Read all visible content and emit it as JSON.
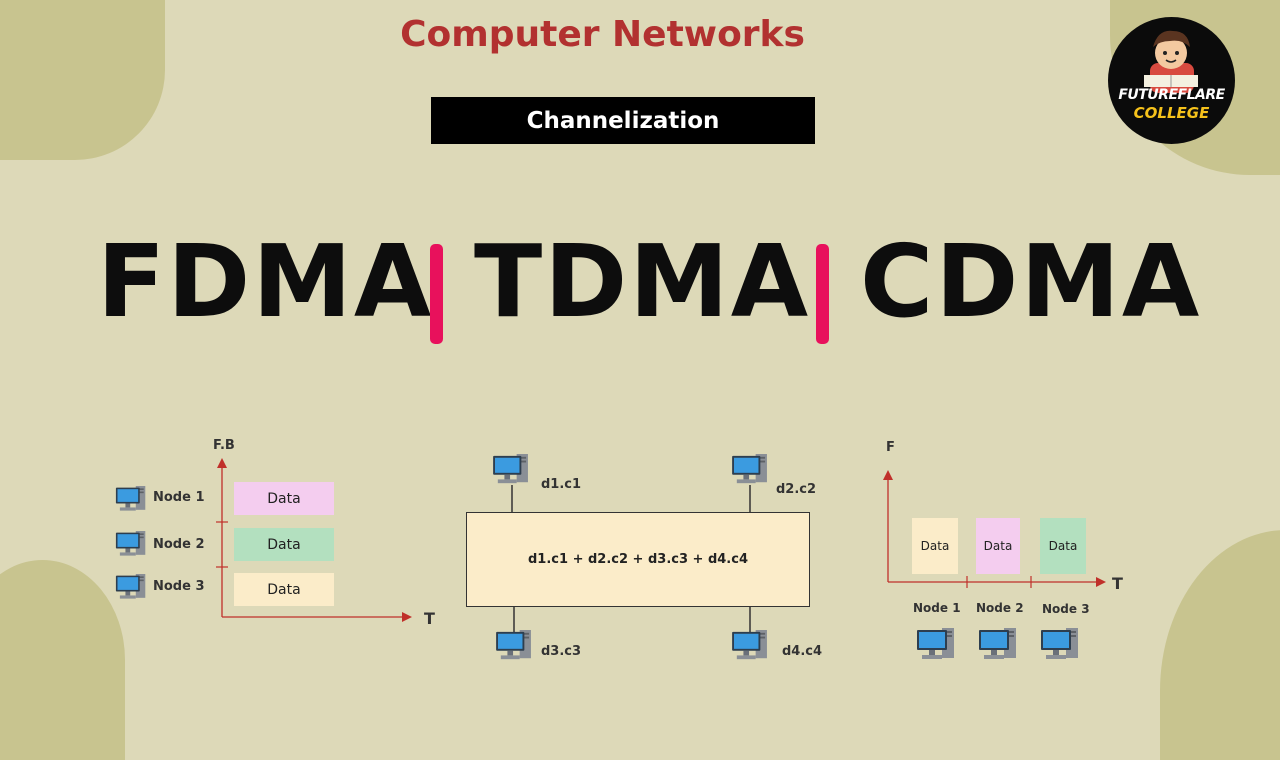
{
  "header": {
    "title": "Computer Networks",
    "subtitle": "Channelization"
  },
  "heading": {
    "words": [
      "FDMA",
      "TDMA",
      "CDMA"
    ],
    "separator_color": "#e8115c"
  },
  "logo": {
    "line1": "FUTUREFLARE",
    "line2": "COLLEGE"
  },
  "fdma_diagram": {
    "y_axis_label": "F.B",
    "x_axis_label": "T",
    "nodes": [
      "Node 1",
      "Node 2",
      "Node 3"
    ],
    "data_labels": [
      "Data",
      "Data",
      "Data"
    ],
    "data_colors": [
      "#f4cdef",
      "#b3e0bf",
      "#fbecc9"
    ]
  },
  "cdma_diagram": {
    "combined_signal": "d1.c1 + d2.c2 + d3.c3 + d4.c4",
    "nodes": [
      "d1.c1",
      "d2.c2",
      "d3.c3",
      "d4.c4"
    ]
  },
  "tdma_diagram": {
    "y_axis_label": "F",
    "x_axis_label": "T",
    "data_labels": [
      "Data",
      "Data",
      "Data"
    ],
    "data_colors": [
      "#fbecc9",
      "#f4cdef",
      "#b3e0bf"
    ],
    "nodes": [
      "Node 1",
      "Node 2",
      "Node 3"
    ]
  },
  "colors": {
    "title": "#b23130",
    "axis": "#c0302a",
    "monitor": "#3b8fd4"
  }
}
